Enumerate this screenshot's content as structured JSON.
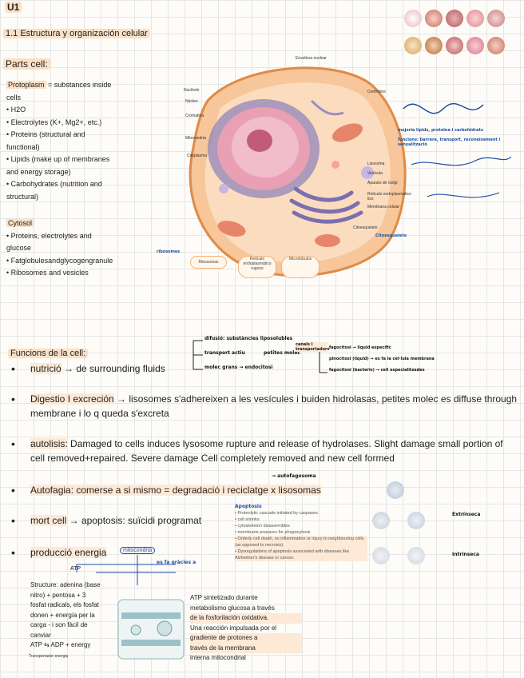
{
  "header": {
    "unit": "U1",
    "section": "1.1 Estructura y organización celular"
  },
  "parts": {
    "title": "Parts cell:",
    "protoplasm": {
      "heading": "Protoplasm",
      "lines": [
        "= substances inside",
        "cells",
        "• H2O",
        "• Electrolytes (K+, Mg2+, etc.)",
        "• Proteins (structural and",
        "functional)",
        "• Lipids (make up of membranes",
        "and energy storage)",
        "• Carbohydrates (nutrition and",
        "structural)"
      ]
    },
    "cytosol": {
      "heading": "Cytosol",
      "lines": [
        "• Proteins, electrolytes and",
        "glucose",
        "• Fatglobulesandglycogengranule",
        "• Ribosomes and vesicles"
      ]
    }
  },
  "cell_diagram": {
    "labels": {
      "top": "Envoltura nuclear",
      "nucleolo": "Nucléolo",
      "nucleo": "Núcleo",
      "cromatina": "Cromatina",
      "mitocondria": "Mitocondria",
      "citoplasma": "Citoplasma",
      "centriolos": "Centríolos",
      "lisosoma": "Lisosoma",
      "vesicula": "Vesícula",
      "aparato_golgi": "Aparato de Golgi",
      "reticulo_liso": "Retículo endoplasmático liso",
      "membrana": "Membrana celular",
      "citoesqueleto": "Citoesqueleto",
      "ribosomas": "Ribosomas",
      "ret_rugoso": "Retículo endoplasmático rugoso",
      "microtubulos": "Microtúbulos"
    },
    "blue_notes": {
      "right_top": "majoria lípids, proteïna i carbohidrats",
      "right_mid": "funcions: barrera, transport, reconeixement i senyalització",
      "citosquelet": "Citoesqueleto",
      "left_bottom": "ribosomes"
    }
  },
  "funcions": {
    "title": "Funcions de la cell:",
    "items": [
      {
        "label": "nutrició",
        "text": " → de surrounding fluids"
      },
      {
        "label": "Digestio I excreción",
        "text": " → lisosomes s'adhereixen a les vesícules i buiden hidrolasas, petites molec es diffuse through membrane i lo q queda s'excreta"
      },
      {
        "label": "autolisis:",
        "text": " Damaged to cells induces lysosome rupture and release of hydrolases. Slight damage small portion of cell removed+repaired. Severe damage Cell completely removed and new cell formed"
      },
      {
        "label": "Autofagia:",
        "text": " comerse a si mismo = degradació i reciclatge x lisosomas"
      },
      {
        "label": "mort cell",
        "text": " → apoptosis: suïcidi programat"
      },
      {
        "label": "producció energia",
        "text": ""
      }
    ],
    "nutricio_tree": {
      "a": "difusió: substàncies liposolubles",
      "b": "transport actiu",
      "c": "petites molec",
      "d": "canals i transportadors",
      "e": "fagocitosi → líquid específic",
      "f": "pinocitosi (líquid) → es fa la cèl·lula membrana",
      "g": "fagocitosi (bacteris) → cell especialitzades",
      "h": "molec grans → endocitosi"
    },
    "autofagia_note": "→ autofagosoma",
    "apoptosis_box": {
      "title": "Apoptosis",
      "lines": [
        "• Proteolytic cascade initiated by caspases.",
        "  • cell shrinks",
        "  • cytoskeleton disassembles",
        "  • membrane prepares for phagocytosis",
        "• Orderly cell death, no inflammation or injury to neighbouring cells (as opposed to necrosis).",
        "• Dysregulations of apoptosis associated with diseases like Alzheimer's disease or cancer."
      ]
    },
    "apoptosis_side": [
      "Extrínseca",
      "Intrínseca"
    ],
    "mitocondria_tag": "mitocondria",
    "atp_tag": "ATP",
    "es_fa_note": "es fa gràcies a"
  },
  "structure_note": {
    "lines": [
      "Structure: adenina (base",
      "nitro) + pentosa + 3",
      "fosfat radicals, els fosfat",
      "donen + energía per la",
      "carga - i son fàcil de",
      "canviar",
      "ATP ⇆ ADP + energy"
    ],
    "footnote": "Transportador energia"
  },
  "atp_note": {
    "lines": [
      "ATP sintetizado durante",
      "metabolismo glucosa a través",
      "de la fosforilación oxidativa.",
      "Una reacción impulsada por el",
      "gradiente de protones a",
      "través de la membrana",
      "interna mitocondrial"
    ]
  },
  "colors": {
    "highlight": "#fbe0c6",
    "ink_blue": "#1f4ea3",
    "cell_orange": "#f2a45f",
    "nucleus_pink": "#e9a0b4",
    "golgi_purple": "#8a7fb8"
  }
}
